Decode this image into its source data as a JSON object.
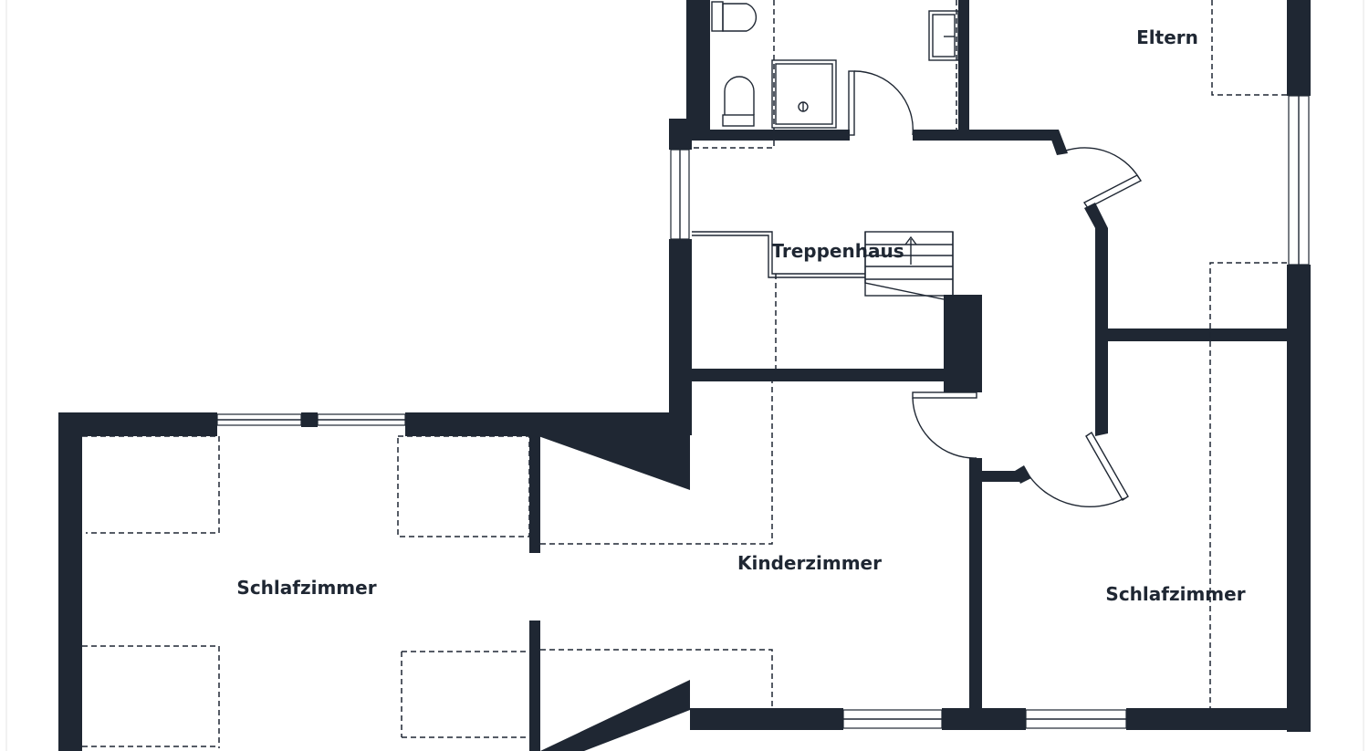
{
  "floorplan": {
    "rooms": [
      {
        "id": "eltern",
        "label": "Eltern"
      },
      {
        "id": "treppenhaus",
        "label": "Treppenhaus"
      },
      {
        "id": "schlafzimmer-left",
        "label": "Schlafzimmer"
      },
      {
        "id": "kinderzimmer",
        "label": "Kinderzimmer"
      },
      {
        "id": "schlafzimmer-right",
        "label": "Schlafzimmer"
      }
    ],
    "colors": {
      "wall": "#1f2733",
      "background": "#ffffff"
    }
  }
}
